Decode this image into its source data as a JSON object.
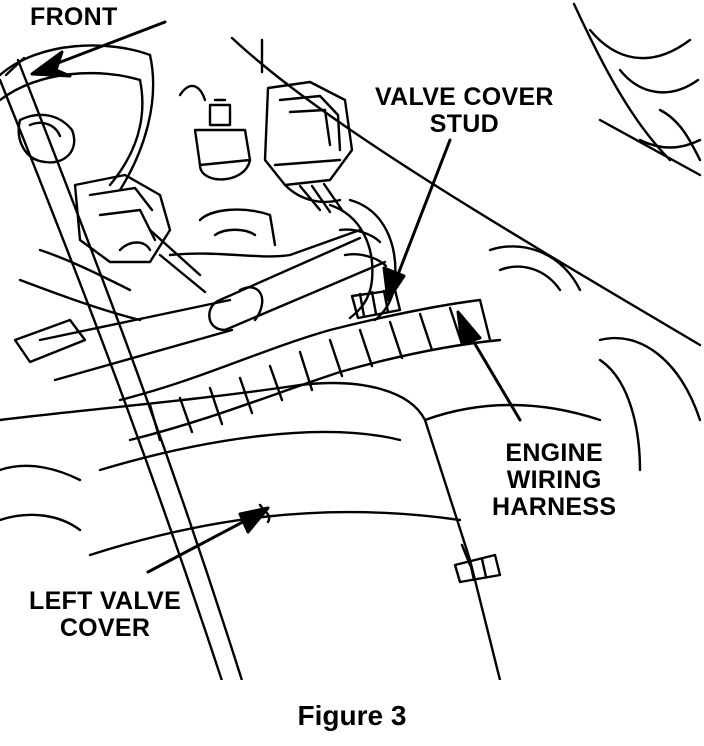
{
  "labels": {
    "front": "FRONT",
    "valve_cover_stud": [
      "VALVE COVER",
      "STUD"
    ],
    "engine_wiring_harness": [
      "ENGINE",
      "WIRING",
      "HARNESS"
    ],
    "left_valve_cover": [
      "LEFT VALVE",
      "COVER"
    ]
  },
  "caption": "Figure 3",
  "colors": {
    "ink": "#000000",
    "paper": "#ffffff"
  }
}
